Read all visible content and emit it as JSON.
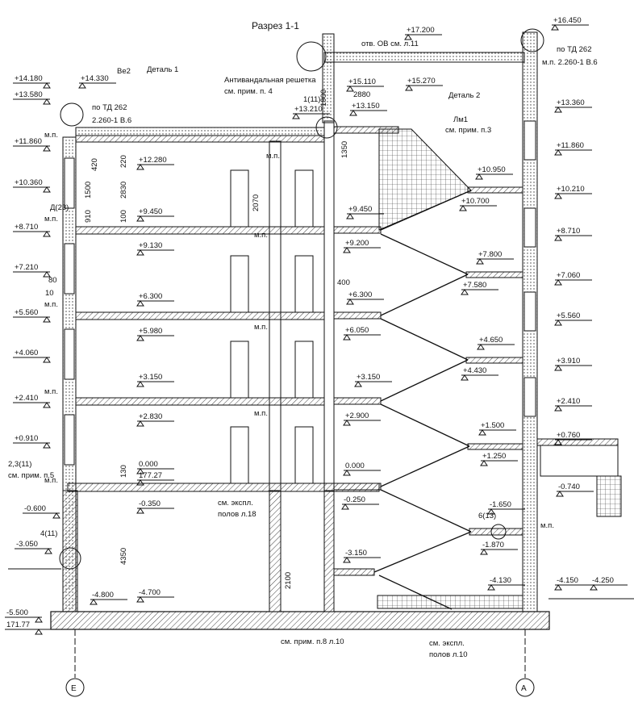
{
  "title": "Разрез 1-1",
  "axes": {
    "left": "Е",
    "right": "А"
  },
  "colors": {
    "ink": "#111111",
    "hatch": "#444444",
    "paper": "#ffffff"
  },
  "left_marks": [
    "+14.180",
    "+13.580",
    "+11.860",
    "+10.360",
    "+8.710",
    "+7.210",
    "+5.560",
    "+4.060",
    "+2.410",
    "+0.910",
    "-0.600",
    "-3.050",
    "-5.500",
    "171.77"
  ],
  "right_marks": [
    "+16.450",
    "+13.360",
    "+11.860",
    "+10.210",
    "+8.710",
    "+7.060",
    "+5.560",
    "+3.910",
    "+2.410",
    "+0.760",
    "-0.740",
    "-4.250"
  ],
  "floor_marks": [
    "+12.280",
    "+9.450",
    "+9.130",
    "+6.300",
    "+5.980",
    "+3.150",
    "+2.830",
    "0.000",
    "177.27",
    "-0.350",
    "-4.800",
    "-4.700"
  ],
  "stair_marks": [
    "+17.200",
    "+15.110",
    "+15.270",
    "+13.150",
    "+13.210",
    "+14.330",
    "+10.950",
    "+10.700",
    "+9.450",
    "+9.200",
    "+7.800",
    "+7.580",
    "+6.300",
    "+6.050",
    "+4.650",
    "+4.430",
    "+3.150",
    "+2.900",
    "+1.500",
    "+1.250",
    "0.000",
    "-0.250",
    "-1.650",
    "-1.870",
    "-3.150",
    "-4.130",
    "-4.150"
  ],
  "notes": {
    "detail1": "Деталь 1",
    "detail2": "Деталь 2",
    "be2": "Ве2",
    "antivandal": "Антивандальная решетка",
    "antivandal_ref": "см. прим. п. 4",
    "td262_left": "по ТД 262",
    "td262_left_b": "2.260-1 В.6",
    "td262_right": "по ТД 262",
    "td262_right_b": "м.п. 2.260-1 В.6",
    "ov": "отв. ОВ  см. л.11",
    "lm1": "Лм1",
    "lm1_ref": "см. прим. п.3",
    "one_eleven": "1(11)",
    "d1_23": "Д(23)",
    "two_three": "2,3(11)",
    "two_three_ref": "см. прим. п.5",
    "four_eleven": "4(11)",
    "six_thirteen": "6(13)",
    "expl_floor": "см. экспл.",
    "expl_floor_b": "полов л.18",
    "expl_bottom": "см. экспл.",
    "expl_bottom_b": "полов л.10",
    "note8": "см. прим. п.8 л.10",
    "mp": "м.п."
  },
  "dimensions": {
    "d420": "420",
    "d220": "220",
    "d1500": "1500",
    "d2830": "2830",
    "d910": "910",
    "d100": "100",
    "d130": "130",
    "d2070": "2070",
    "d4350": "4350",
    "d2100": "2100",
    "d1900": "1900",
    "d2880": "2880",
    "d1350": "1350",
    "d400": "400",
    "d80": "80",
    "d10": "10"
  }
}
